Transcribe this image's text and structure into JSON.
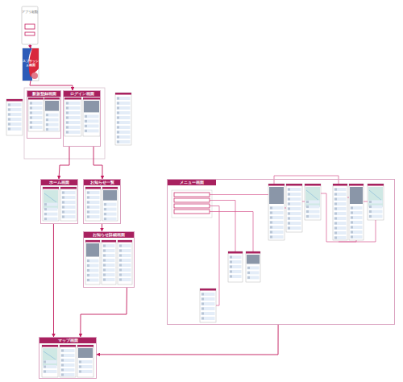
{
  "diagram": {
    "nodes": [
      {
        "text": [
          "アプリ起動"
        ]
      },
      {
        "text": [
          "スプラッシュ画面"
        ]
      },
      {
        "text": [
          "新規登録画面"
        ]
      },
      {
        "text": [
          "ログイン画面"
        ]
      },
      {
        "text": [
          "ホーム画面"
        ]
      },
      {
        "text": [
          "お知らせ一覧"
        ]
      },
      {
        "text": [
          "お知らせ詳細画面"
        ]
      },
      {
        "text": [
          "メニュー画面"
        ]
      },
      {
        "text": [
          "マップ画面"
        ]
      }
    ],
    "edges": [
      {
        "from": 0,
        "to": 1,
        "arrow": "to"
      },
      {
        "from": 1,
        "to": 3,
        "arrow": "to"
      },
      {
        "from": 3,
        "to": 4,
        "arrow": "to"
      },
      {
        "from": 3,
        "to": 5,
        "arrow": "to"
      },
      {
        "from": 4,
        "to": 8,
        "arrow": "to"
      },
      {
        "from": 5,
        "to": 6,
        "arrow": "to"
      },
      {
        "from": 6,
        "to": 8,
        "arrow": "to"
      },
      {
        "from": 7,
        "to": 8,
        "arrow": "to"
      }
    ]
  }
}
